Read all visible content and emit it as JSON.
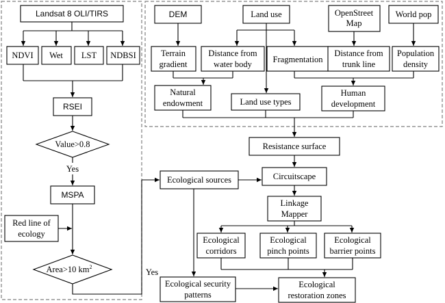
{
  "landsat": "Landsat 8 OLI/TIRS",
  "ndvi": "NDVI",
  "wet": "Wet",
  "lst": "LST",
  "ndbsi": "NDBSI",
  "rsei": "RSEI",
  "value_cond": "Value>0.8",
  "yes1": "Yes",
  "mspa": "MSPA",
  "redline": [
    "Red line of",
    "ecology"
  ],
  "area_cond": "Area>10 km",
  "area_sup": "2",
  "yes2": "Yes",
  "dem": "DEM",
  "landuse": "Land use",
  "osm": [
    "OpenStreet",
    "Map"
  ],
  "worldpop": "World pop",
  "terrain": [
    "Terrain",
    "gradient"
  ],
  "distwater": [
    "Distance from",
    "water body"
  ],
  "fragmentation": "Fragmentation",
  "disttrunk": [
    "Distance from",
    "trunk line"
  ],
  "popdensity": [
    "Population",
    "density"
  ],
  "natural": [
    "Natural",
    "endowment"
  ],
  "landusetypes": "Land use types",
  "human": [
    "Human",
    "development"
  ],
  "resistance": "Resistance surface",
  "circuitscape": "Circuitscape",
  "linkage": [
    "Linkage",
    "Mapper"
  ],
  "ecosources": "Ecological sources",
  "corridors": [
    "Ecological",
    "corridors"
  ],
  "pinch": [
    "Ecological",
    "pinch points"
  ],
  "barrier": [
    "Ecological",
    "barrier points"
  ],
  "security": [
    "Ecological security",
    "patterns"
  ],
  "restoration": [
    "Ecological",
    "restoration zones"
  ]
}
